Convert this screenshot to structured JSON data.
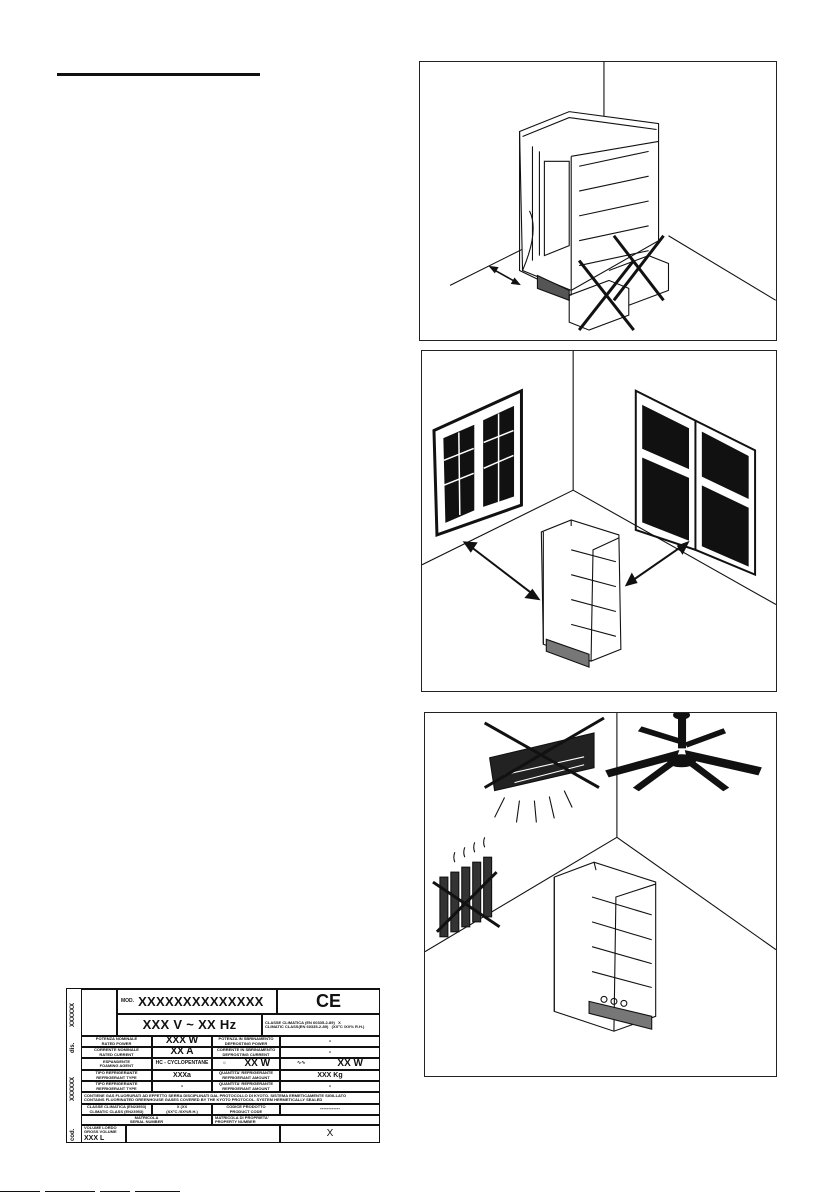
{
  "rating_plate": {
    "side_codes": [
      "XXXXXX",
      "dis.",
      "XXXXXX",
      "cod."
    ],
    "mod_label": "MOD.",
    "model": "XXXXXXXXXXXXXX",
    "ce": "CE",
    "voltage_freq": "XXX V ~  XX Hz",
    "climatic_class_it": "CLASSE CLIMATICA (EN 60335-2-89)",
    "climatic_class_en": "CLIMATIC CLASS(EN 60335-2-89)",
    "climatic_class_value": "X",
    "climatic_note": "(XX°C /XX% R.H.)",
    "rated_power_label_it": "POTENZA NOMINALE",
    "rated_power_label_en": "RATED POWER",
    "rated_power": "XXX W",
    "defrost_power_label_it": "POTENZA IN SBRINAMENTO",
    "defrost_power_label_en": "DEFROSTING POWER",
    "defrost_power": "-",
    "rated_current_label_it": "CORRENTE NOMINALE",
    "rated_current_label_en": "RATED CURRENT",
    "rated_current": "XX A",
    "defrost_current_label_it": "CORRENTE IN SBRINAMENTO",
    "defrost_current_label_en": "DEFROSTING CURRENT",
    "defrost_current": "-",
    "foaming_label_it": "ESPANDENTE",
    "foaming_label_en": "FOAMING AGENT",
    "foaming_agent": "HC - CYCLOPENTANE",
    "lamp_power": "XX W",
    "heater_power": "XX W",
    "refrig_type_label_it": "TIPO REFRIGERANTE",
    "refrig_type_label_en": "REFRIGERANT TYPE",
    "refrig_type": "XXXa",
    "refrig_amount_label_it": "QUANTITA' REFRIGERANTE",
    "refrig_amount_label_en": "REFRIGERANT AMOUNT",
    "refrig_amount": "XXX  Kg",
    "refrig_type2": "-",
    "refrig_amount2": "-",
    "gas_note_it": "CONTIENE GAS FLUORURATI AD EFFETTO SERRA DISCIPLINATI DAL PROTOCOLLO DI KYOTO. SISTEMA ERMETICAMENTE SIGILLATO",
    "gas_note_en": "CONTAINS FLUORINATED GREENHOUSE GASES COVERED BY THE KYOTO PROTOCOL. SYSTEM HERMETICALLY SEALED",
    "climatic_class2_label_it": "CLASSE CLIMATICA (EN23953)",
    "climatic_class2_label_en": "CLIMATIC CLASS (EN23953)",
    "climatic_class2_value": "X (XX",
    "climatic_class2_note": "(XX°C /XX%R.H.)",
    "product_code_label_it": "CODICE PRODOTTO",
    "product_code_label_en": "PRODUCT CODE",
    "product_code": "------------",
    "serial_label_it": "MATRICOLA",
    "serial_label_en": "SERIAL NUMBER",
    "property_label_it": "MATRICOLA DI PROPRIETA'",
    "property_label_en": "PROPERTY NUMBER",
    "volume_label_it": "VOLUME LORDO",
    "volume_label_en": "GROSS VOLUME",
    "volume": "XXX L",
    "last_value": "X"
  },
  "figures": [
    {
      "name": "distance-from-wall-figure"
    },
    {
      "name": "windows-doors-clearance-figure"
    },
    {
      "name": "heat-air-sources-figure"
    }
  ]
}
